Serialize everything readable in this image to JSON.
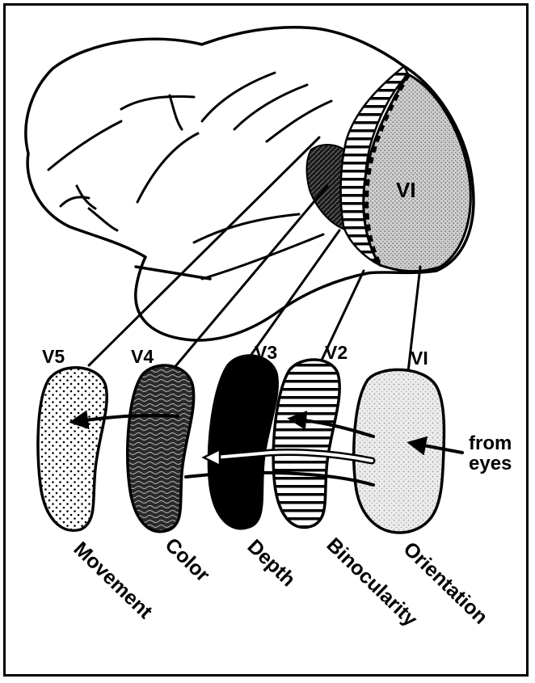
{
  "diagram": {
    "brain_area_label": "VI",
    "areas": [
      {
        "label": "V5",
        "function": "Movement",
        "pattern": "dots"
      },
      {
        "label": "V4",
        "function": "Color",
        "pattern": "dark-wavy"
      },
      {
        "label": "V3",
        "function": "Depth",
        "pattern": "solid-black"
      },
      {
        "label": "V2",
        "function": "Binocularity",
        "pattern": "horizontal-stripes"
      },
      {
        "label": "VI",
        "function": "Orientation",
        "pattern": "light-stipple"
      }
    ],
    "input_label": "from\neyes"
  }
}
